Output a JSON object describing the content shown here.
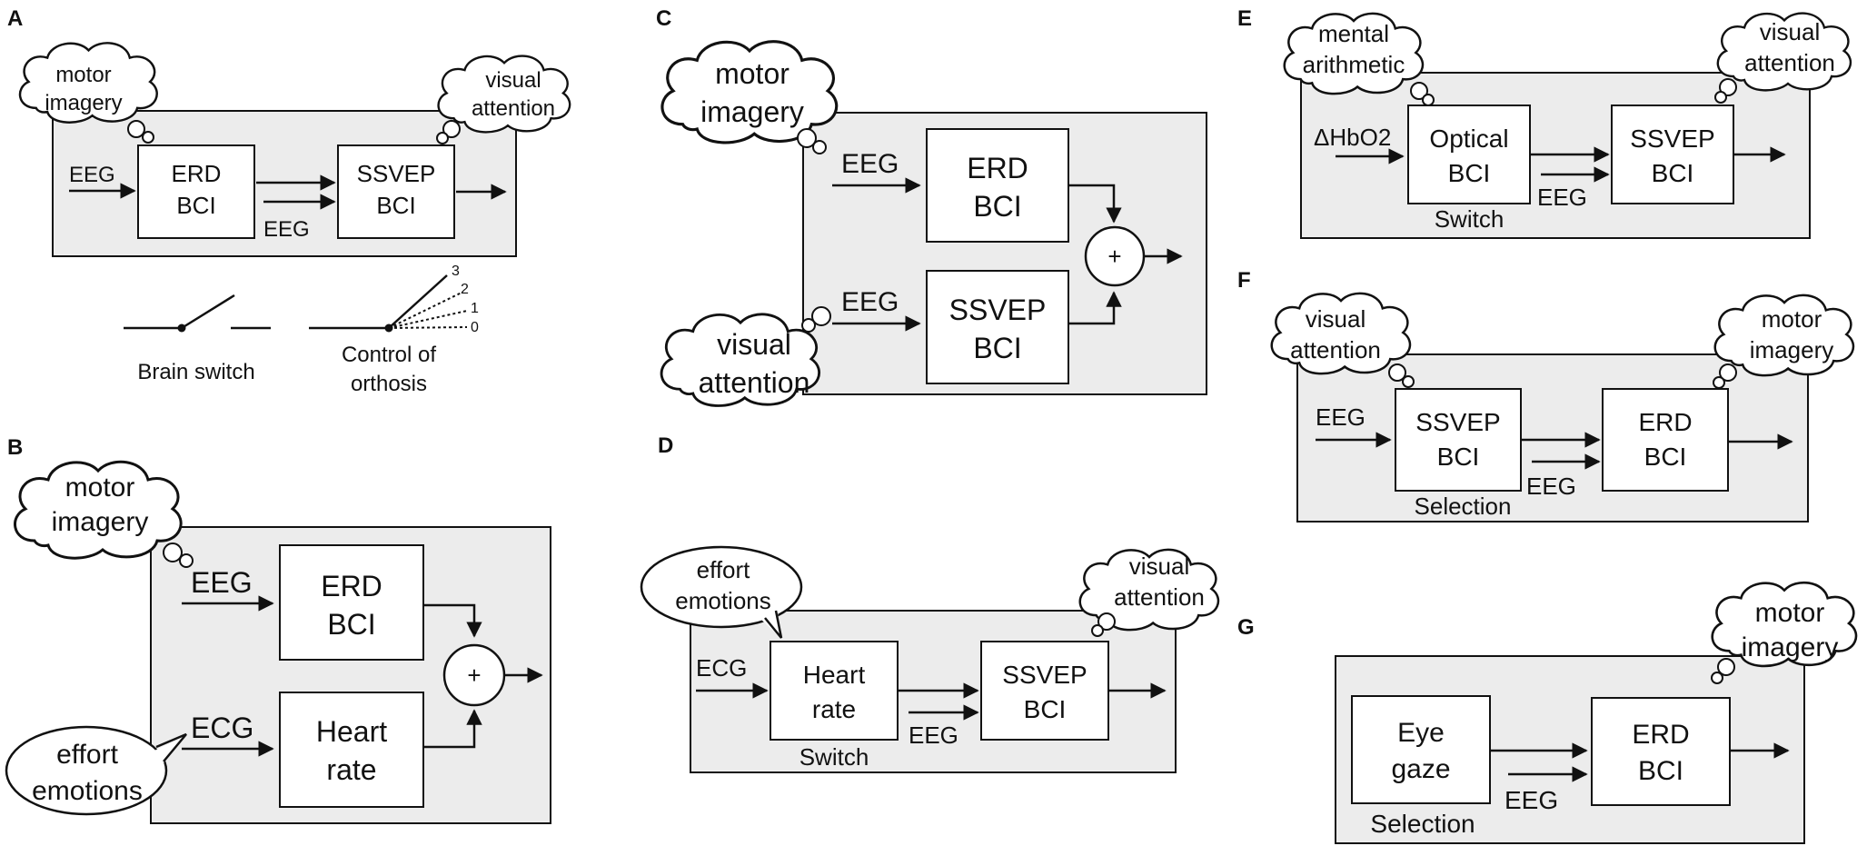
{
  "panels": {
    "A": {
      "letter": "A",
      "cloud": [
        "motor",
        "imagery"
      ],
      "cloud2": [
        "visual",
        "attention"
      ],
      "input": "EEG",
      "box1": [
        "ERD",
        "BCI"
      ],
      "box2": [
        "SSVEP",
        "BCI"
      ],
      "link": "EEG",
      "switch_label": "Brain switch",
      "orthosis_label": [
        "Control of",
        "orthosis"
      ],
      "levels": [
        "3",
        "2",
        "1",
        "0"
      ]
    },
    "B": {
      "letter": "B",
      "cloud": [
        "motor",
        "imagery"
      ],
      "bubble": [
        "effort",
        "emotions"
      ],
      "input1": "EEG",
      "input2": "ECG",
      "box1": [
        "ERD",
        "BCI"
      ],
      "box2": [
        "Heart",
        "rate"
      ],
      "sum": "+"
    },
    "C": {
      "letter": "C",
      "cloud": [
        "motor",
        "imagery"
      ],
      "cloud2": [
        "visual",
        "attention"
      ],
      "input1": "EEG",
      "input2": "EEG",
      "box1": [
        "ERD",
        "BCI"
      ],
      "box2": [
        "SSVEP",
        "BCI"
      ],
      "sum": "+"
    },
    "D": {
      "letter": "D",
      "bubble": [
        "effort",
        "emotions"
      ],
      "cloud2": [
        "visual",
        "attention"
      ],
      "input": "ECG",
      "box1": [
        "Heart",
        "rate"
      ],
      "box2": [
        "SSVEP",
        "BCI"
      ],
      "link": "EEG",
      "mode": "Switch"
    },
    "E": {
      "letter": "E",
      "cloud": [
        "mental",
        "arithmetic"
      ],
      "cloud2": [
        "visual",
        "attention"
      ],
      "input": "ΔHbO2",
      "box1": [
        "Optical",
        "BCI"
      ],
      "box2": [
        "SSVEP",
        "BCI"
      ],
      "link": "EEG",
      "mode": "Switch"
    },
    "F": {
      "letter": "F",
      "cloud": [
        "visual",
        "attention"
      ],
      "cloud2": [
        "motor",
        "imagery"
      ],
      "input": "EEG",
      "box1": [
        "SSVEP",
        "BCI"
      ],
      "box2": [
        "ERD",
        "BCI"
      ],
      "link": "EEG",
      "mode": "Selection"
    },
    "G": {
      "letter": "G",
      "cloud2": [
        "motor",
        "imagery"
      ],
      "box1": [
        "Eye",
        "gaze"
      ],
      "box2": [
        "ERD",
        "BCI"
      ],
      "link": "EEG",
      "mode": "Selection"
    }
  }
}
